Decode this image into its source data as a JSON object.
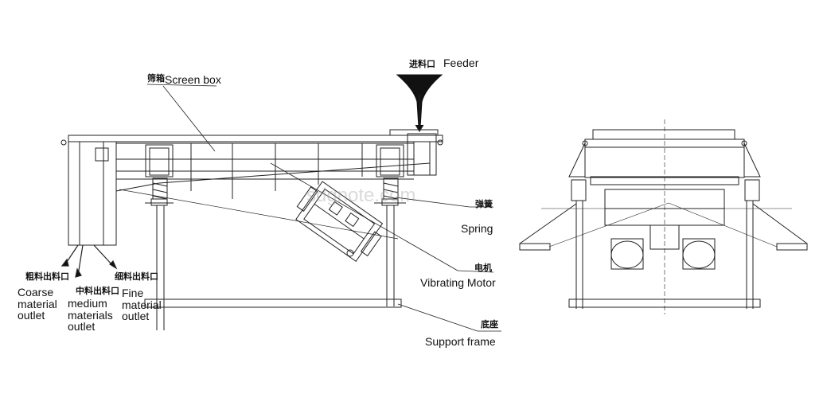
{
  "labels": {
    "screen_box_cn": "筛箱",
    "screen_box_en": "Screen box",
    "feeder_cn": "进料口",
    "feeder_en": "Feeder",
    "spring_cn": "弹簧",
    "spring_en": "Spring",
    "motor_cn": "电机",
    "motor_en": "Vibrating Motor",
    "base_cn": "底座",
    "base_en": "Support frame",
    "coarse_cn": "粗料出料口",
    "coarse_en": [
      "Coarse",
      "material",
      "outlet"
    ],
    "medium_cn": "中料出料口",
    "medium_en": [
      "medium",
      "materials",
      "outlet"
    ],
    "fine_cn": "细料出料口",
    "fine_en": [
      "Fine",
      "material",
      "outlet"
    ]
  },
  "watermark": "sdgnote.com"
}
